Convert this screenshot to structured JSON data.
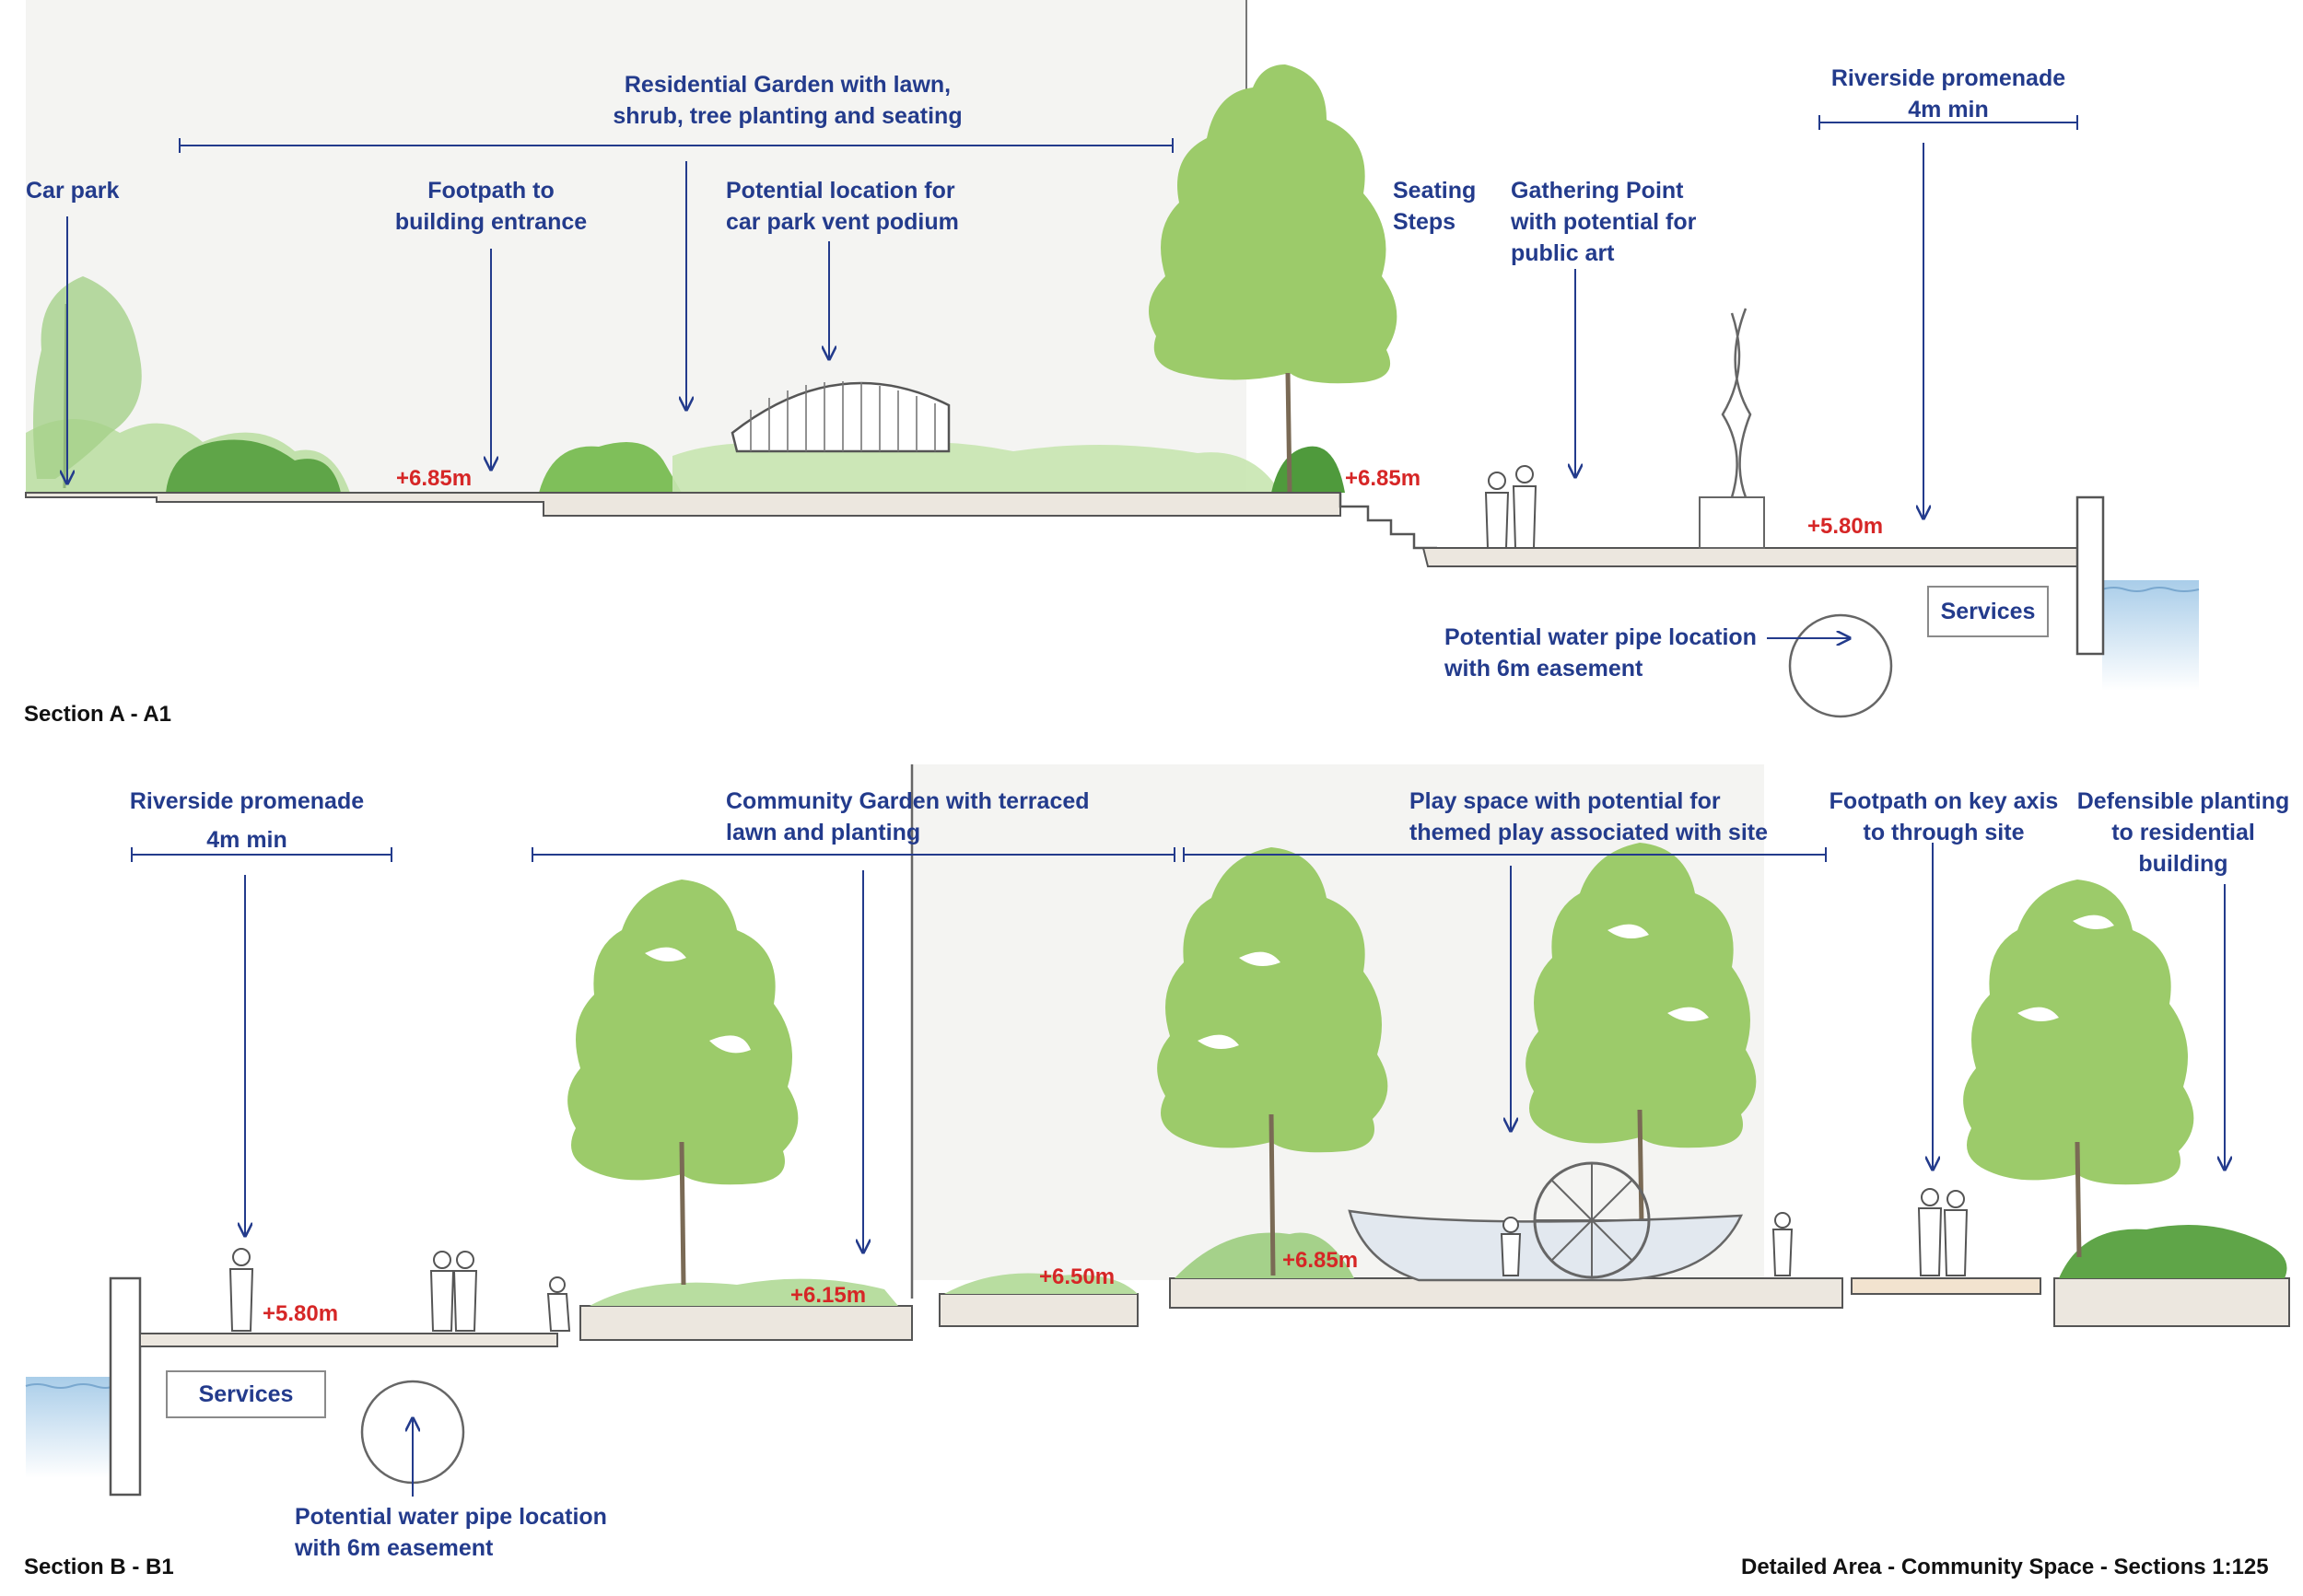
{
  "colors": {
    "label": "#233b8c",
    "level": "#d62626",
    "foliage": "#9ccb6a",
    "foliage_dark": "#6fa64a",
    "trunk": "#7a6a55",
    "ground": "#ece7df",
    "water": "#bcd8ee",
    "wall": "#f3f3f1"
  },
  "section_a": {
    "title": "Section A - A1",
    "labels": {
      "car_park": "Car park",
      "footpath_line1": "Footpath to",
      "footpath_line2": "building entrance",
      "garden_line1": "Residential Garden with lawn,",
      "garden_line2": "shrub, tree planting and seating",
      "vent_line1": "Potential location for",
      "vent_line2": "car park vent podium",
      "steps_line1": "Seating",
      "steps_line2": "Steps",
      "gathering_line1": "Gathering Point",
      "gathering_line2": "with potential for",
      "gathering_line3": "public art",
      "promenade_line1": "Riverside promenade",
      "promenade_line2": "4m min",
      "water_line1": "Potential water pipe location",
      "water_line2": "with 6m easement",
      "services": "Services"
    },
    "levels": {
      "l1": "+6.85m",
      "l2": "+6.85m",
      "l3": "+5.80m"
    }
  },
  "section_b": {
    "title": "Section B - B1",
    "labels": {
      "promenade_line1": "Riverside promenade",
      "promenade_line2": "4m min",
      "community_line1": "Community Garden with terraced",
      "community_line2": "lawn and planting",
      "play_line1": "Play space with potential for",
      "play_line2": "themed play associated with site",
      "footpath_line1": "Footpath on key axis",
      "footpath_line2": "to through site",
      "defensible_line1": "Defensible planting",
      "defensible_line2": "to residential",
      "defensible_line3": "building",
      "water_line1": "Potential water pipe location",
      "water_line2": "with 6m easement",
      "services": "Services"
    },
    "levels": {
      "l1": "+5.80m",
      "l2": "+6.15m",
      "l3": "+6.50m",
      "l4": "+6.85m"
    }
  },
  "footer": {
    "caption": "Detailed Area - Community Space - Sections 1:125"
  }
}
